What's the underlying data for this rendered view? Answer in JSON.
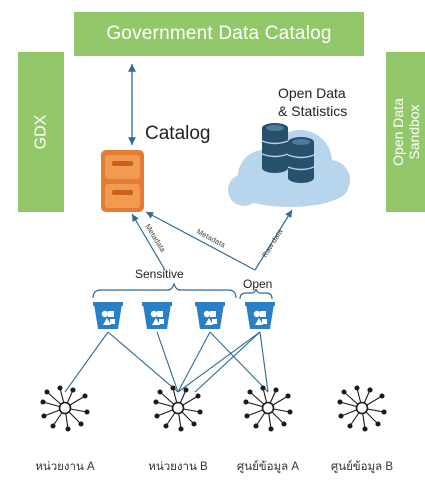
{
  "banner": {
    "title": "Government Data Catalog"
  },
  "sidebars": {
    "left": "GDX",
    "right_line1": "Open Data",
    "right_line2": "Sandbox"
  },
  "catalog": {
    "label": "Catalog"
  },
  "open_data": {
    "line1": "Open Data",
    "line2": "& Statistics"
  },
  "flows": {
    "metadata_1": "Metadata",
    "metadata_2": "Metadata",
    "raw_data": "Raw data"
  },
  "groups": {
    "sensitive": "Sensitive",
    "open": "Open"
  },
  "sources": [
    "หน่วยงาน A",
    "หน่วยงาน B",
    "ศูนย์ข้อมูล A",
    "ศูนย์ข้อมูล B"
  ],
  "colors": {
    "banner_green": "#93c86a",
    "arrow_blue": "#2f6b94",
    "bucket_blue": "#2b7fc4",
    "catalog_orange": "#e27d33",
    "cloud_blue": "#b7d5ec",
    "db_navy": "#27506d"
  }
}
